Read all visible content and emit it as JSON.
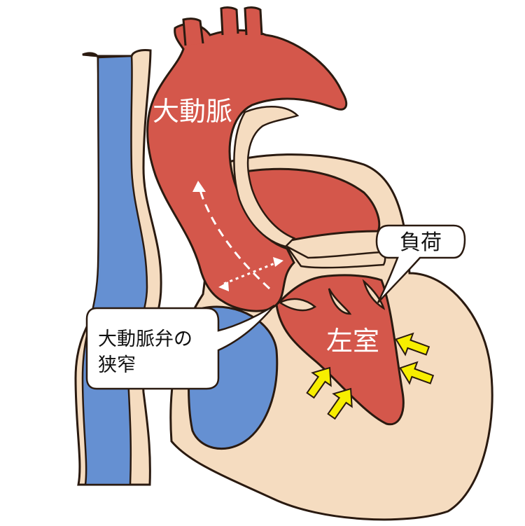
{
  "labels": {
    "aorta": "大動脈",
    "left_ventricle": "左室",
    "load": "負荷",
    "stenosis_line1": "大動脈弁の",
    "stenosis_line2": "狭窄"
  },
  "colors": {
    "tissue": "#f5dcc0",
    "outline": "#2a1a10",
    "arterial": "#d4574b",
    "venous": "#6590d2",
    "arrow": "#f7ee00",
    "flow_arrow": "#ffffff",
    "callout_bg": "#ffffff"
  }
}
